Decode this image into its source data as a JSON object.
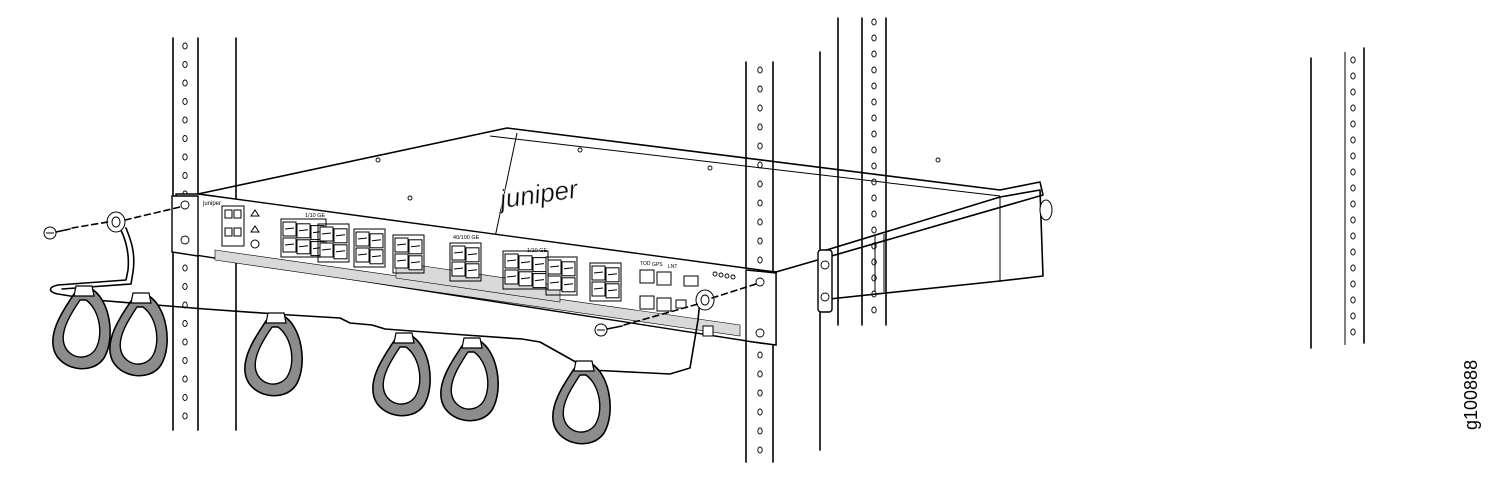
{
  "figure": {
    "id_label": "g100888"
  },
  "device": {
    "brand_text": "juniper",
    "port_group_labels": [
      "1/10 GE",
      "40/100 GE",
      "1/10 GE"
    ],
    "mgmt_labels": [
      "TOD",
      "GPS",
      "LNT"
    ]
  },
  "colors": {
    "line": "#000000",
    "strap_fill": "#8c8c8c",
    "vent_fill": "#d9d9d9",
    "background": "#ffffff"
  }
}
